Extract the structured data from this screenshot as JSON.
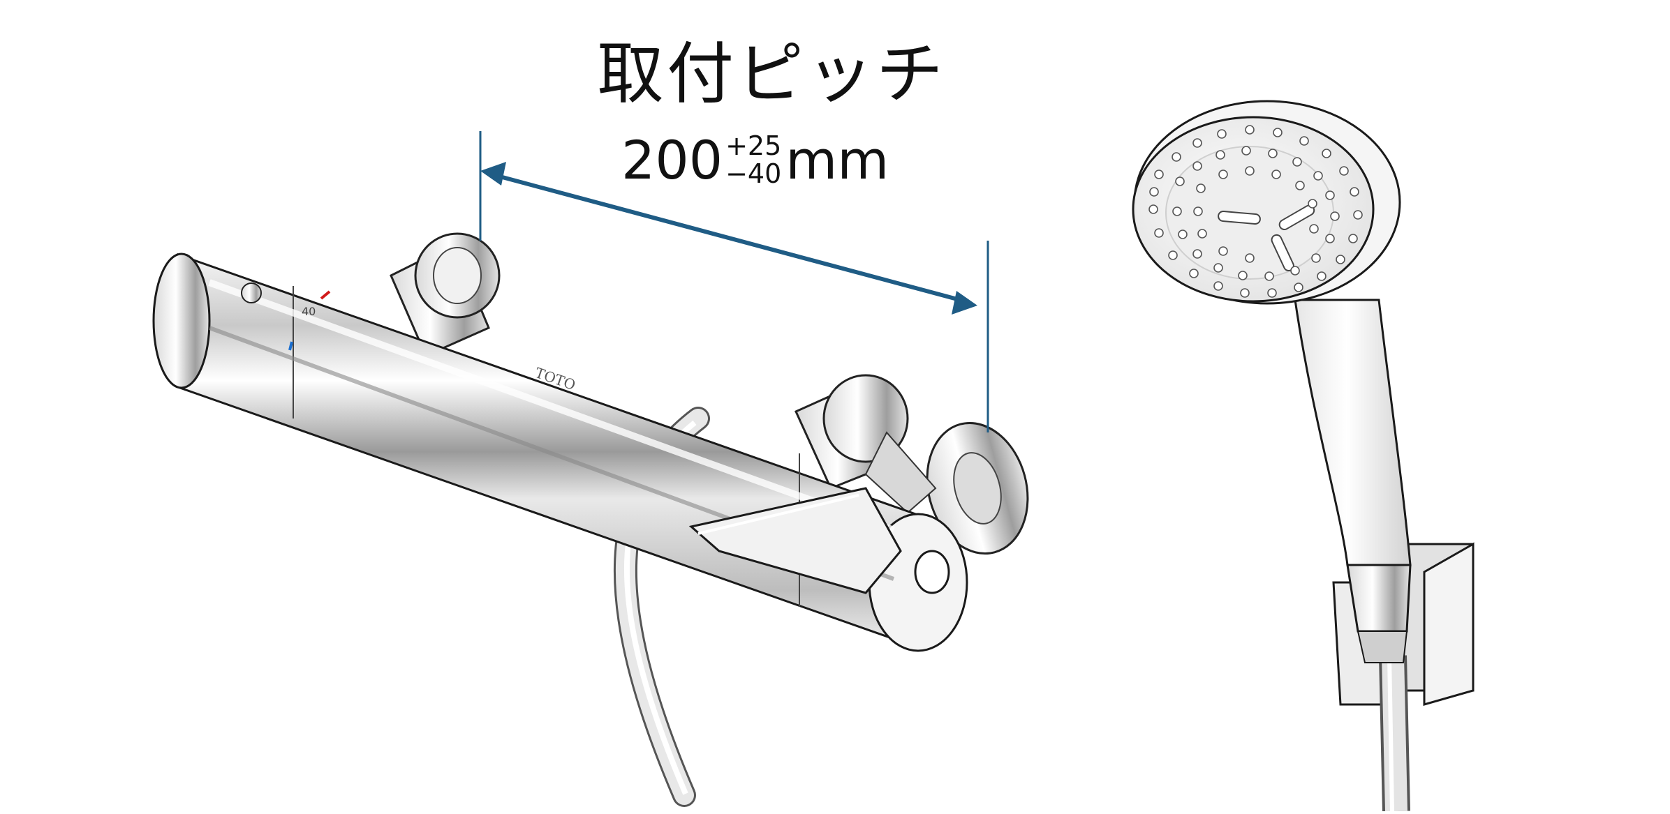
{
  "title": "取付ピッチ",
  "dimension": {
    "value": "200",
    "tolerance_plus": "+25",
    "tolerance_minus": "−40",
    "unit": "mm"
  },
  "product": {
    "brand_mark": "TOTO",
    "temperature_mark": "40"
  },
  "colors": {
    "arrow": "#1f5c85",
    "hot": "#d11a1a",
    "cold": "#1a6fd1"
  }
}
